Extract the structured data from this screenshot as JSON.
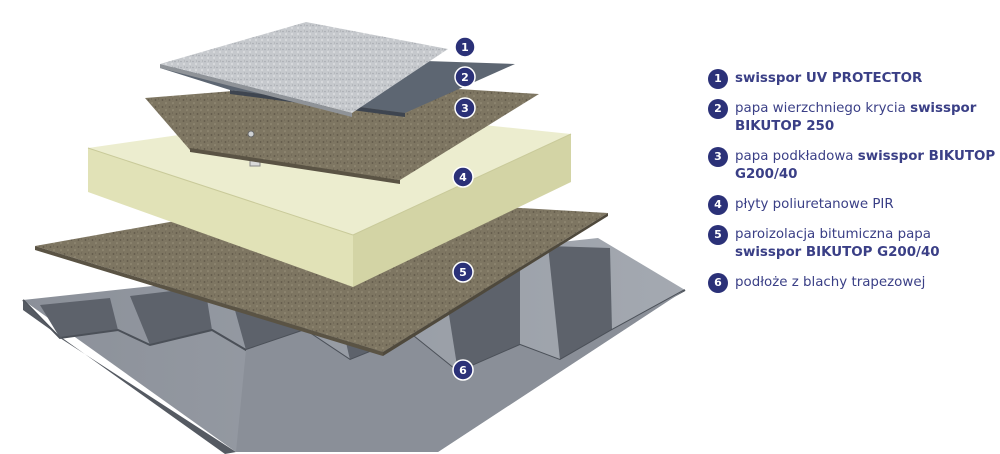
{
  "diagram": {
    "badges": [
      "1",
      "2",
      "3",
      "4",
      "5",
      "6"
    ],
    "colors": {
      "badge": "#2b3178",
      "legend_text": "#3a3f86",
      "uv_protector": "#c9ccd0",
      "cap_sheet": "#5b6470",
      "bitumen_layer": "#7d7460",
      "pir_board": "#e7e8c2",
      "steel_deck": "#7b8089"
    }
  },
  "legend": {
    "items": [
      {
        "num": "1",
        "text": "",
        "bold": "swisspor UV PROTECTOR"
      },
      {
        "num": "2",
        "text": "papa wierzchniego krycia ",
        "bold": "swisspor BIKUTOP 250"
      },
      {
        "num": "3",
        "text": "papa podkładowa ",
        "bold": "swisspor BIKUTOP G200/40"
      },
      {
        "num": "4",
        "text": "płyty poliuretanowe PIR",
        "bold": ""
      },
      {
        "num": "5",
        "text": "paroizolacja bitumiczna papa ",
        "bold": "swisspor BIKUTOP G200/40"
      },
      {
        "num": "6",
        "text": "podłoże z blachy trapezowej",
        "bold": ""
      }
    ]
  }
}
